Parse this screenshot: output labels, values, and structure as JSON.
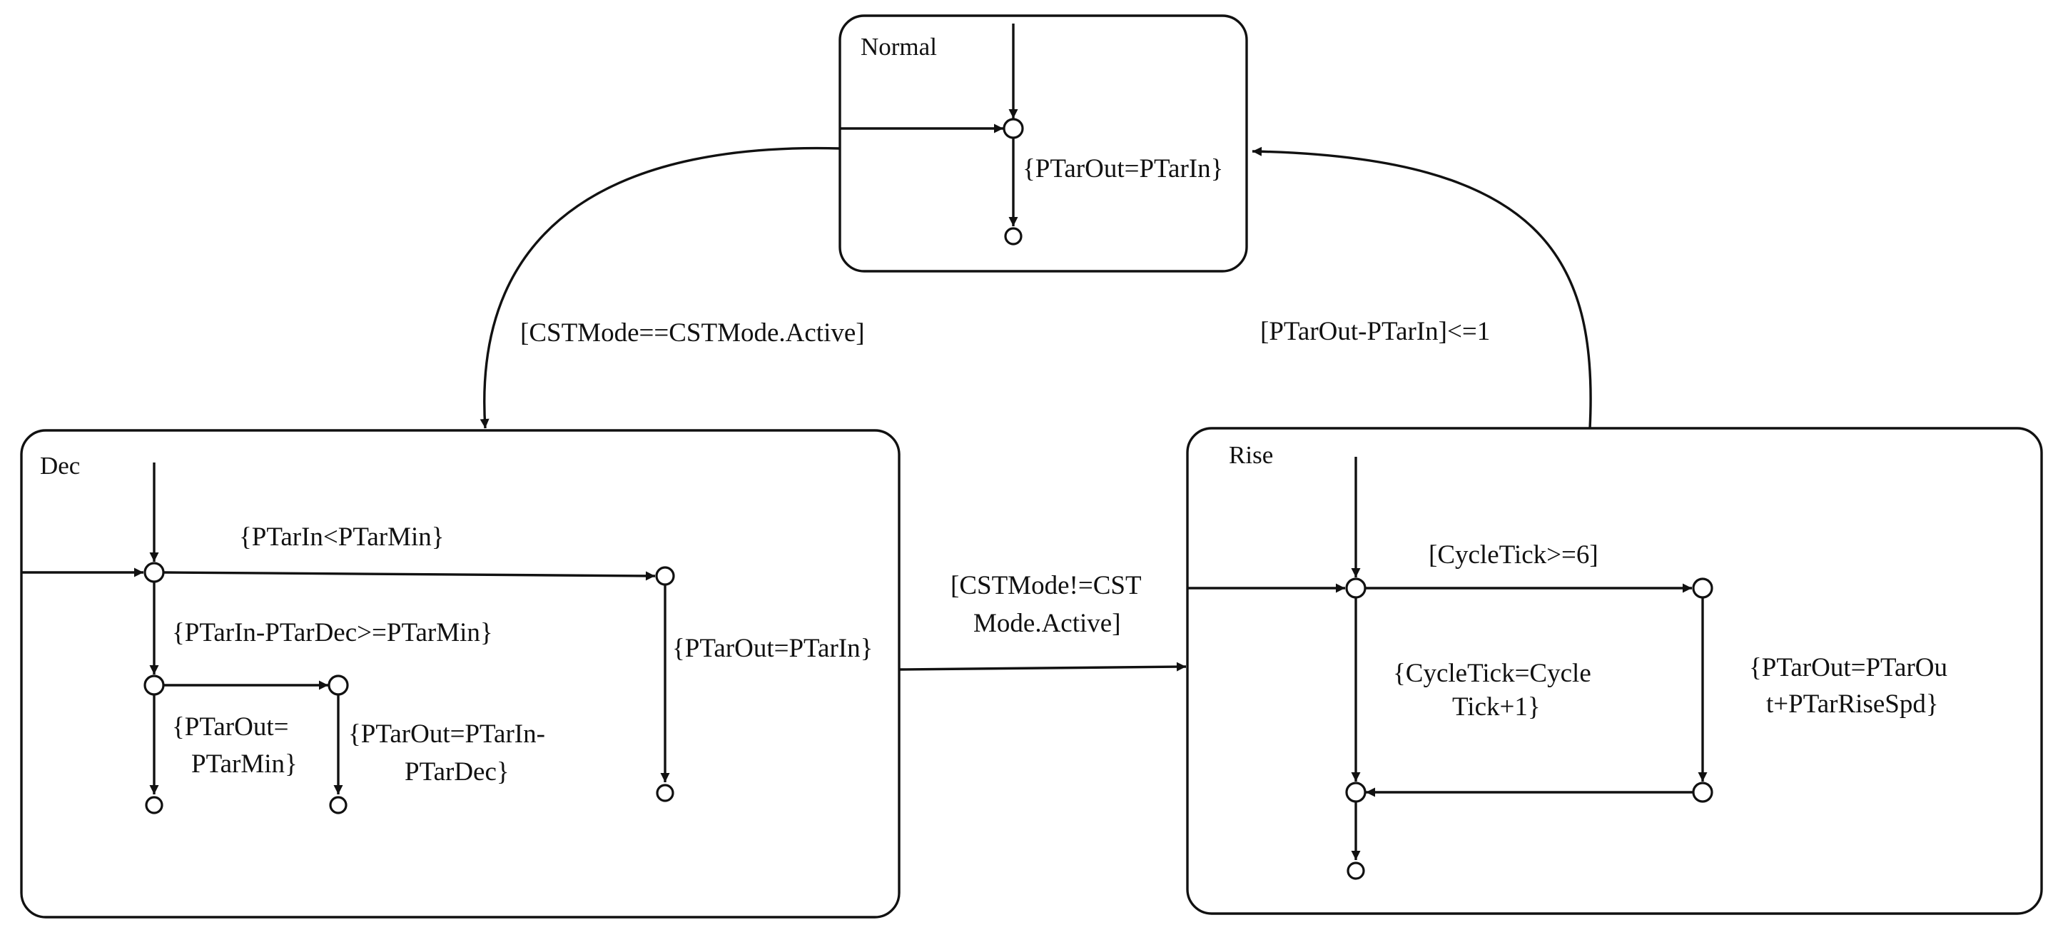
{
  "states": {
    "normal": {
      "name": "Normal",
      "action": "{PTarOut=PTarIn}"
    },
    "dec": {
      "name": "Dec",
      "cond_min": "{PTarIn<PTarMin}",
      "cond_dec": "{PTarIn-PTarDec>=PTarMin}",
      "action_in": "{PTarOut=PTarIn}",
      "action_min_l1": "{PTarOut=",
      "action_min_l2": "PTarMin}",
      "action_dec_l1": "{PTarOut=PTarIn-",
      "action_dec_l2": "PTarDec}"
    },
    "rise": {
      "name": "Rise",
      "cond_tick": "[CycleTick>=6]",
      "tick_l1": "{CycleTick=Cycle",
      "tick_l2": "Tick+1}",
      "rise_l1": "{PTarOut=PTarOu",
      "rise_l2": "t+PTarRiseSpd}"
    }
  },
  "transitions": {
    "normal_to_dec": "[CSTMode==CSTMode.Active]",
    "rise_to_normal": "[PTarOut-PTarIn]<=1",
    "dec_to_rise_l1": "[CSTMode!=CST",
    "dec_to_rise_l2": "Mode.Active]"
  }
}
